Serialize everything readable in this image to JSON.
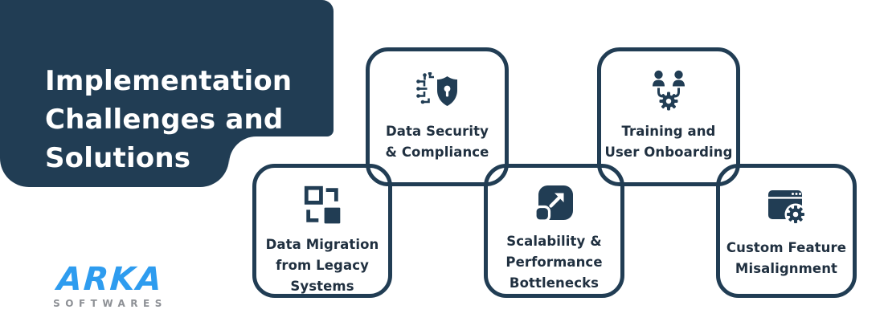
{
  "colors": {
    "navy": "#213D54",
    "card_text": "#203040",
    "logo_blue": "#2E9CEF",
    "logo_gray": "#8E9196"
  },
  "title": {
    "line1": "Implementation",
    "line2": "Challenges and",
    "line3": "Solutions"
  },
  "cards": [
    {
      "id": "data-security",
      "icon": "security-circuit-shield-icon",
      "line1": "Data Security",
      "line2": "& Compliance",
      "line3": ""
    },
    {
      "id": "training",
      "icon": "users-gear-icon",
      "line1": "Training and",
      "line2": "User Onboarding",
      "line3": ""
    },
    {
      "id": "data-migration",
      "icon": "migration-squares-icon",
      "line1": "Data Migration",
      "line2": "from Legacy",
      "line3": "Systems"
    },
    {
      "id": "scalability",
      "icon": "scale-expand-arrow-icon",
      "line1": "Scalability &",
      "line2": "Performance",
      "line3": "Bottlenecks"
    },
    {
      "id": "custom-feature",
      "icon": "browser-settings-gear-icon",
      "line1": "Custom Feature",
      "line2": "Misalignment",
      "line3": ""
    }
  ],
  "logo": {
    "brand": "ARKA",
    "subtitle": "SOFTWARES"
  }
}
